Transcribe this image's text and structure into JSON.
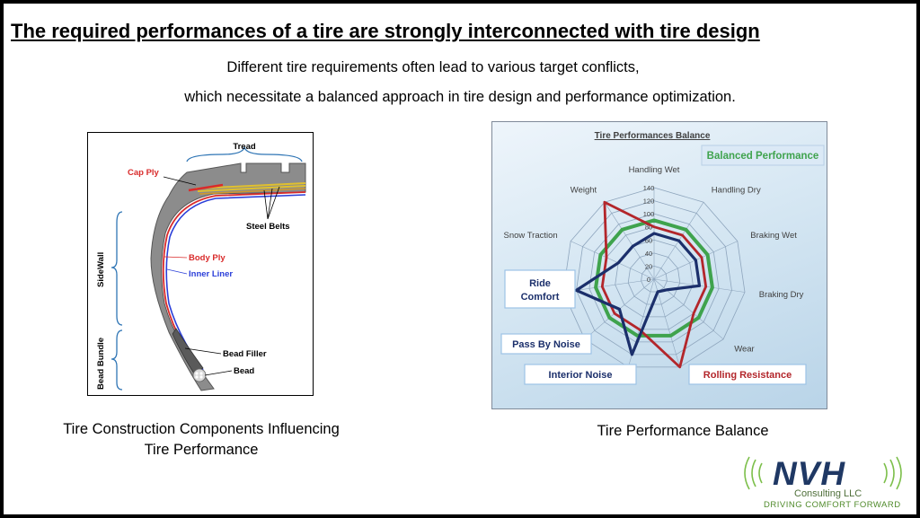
{
  "title": "The required performances of a tire are strongly interconnected with tire design",
  "subtitle_line1": "Different tire requirements often lead to various target conflicts,",
  "subtitle_line2": "which necessitate a balanced approach in tire design and performance optimization.",
  "diagram": {
    "labels": {
      "tread": "Tread",
      "cap_ply": "Cap Ply",
      "steel_belts": "Steel Belts",
      "body_ply": "Body Ply",
      "inner_liner": "Inner Liner",
      "bead_filler": "Bead Filler",
      "bead": "Bead",
      "sidewall": "SideWall",
      "bead_bundle": "Bead Bundle"
    },
    "caption_line1": "Tire Construction Components Influencing",
    "caption_line2": "Tire Performance"
  },
  "radar": {
    "caption": "Tire Performance Balance",
    "legend_balanced": "Balanced Performance",
    "callouts": {
      "ride_comfort_1": "Ride",
      "ride_comfort_2": "Comfort",
      "pass_by_noise": "Pass By Noise",
      "interior_noise": "Interior Noise",
      "rolling_resistance": "Rolling Resistance"
    },
    "colors": {
      "balanced": "#3fa34d",
      "red": "#b3262b",
      "navy": "#1b2f6b"
    }
  },
  "chart_data": {
    "type": "radar",
    "title": "Tire Performances Balance",
    "categories": [
      "Handling Wet",
      "Handling Dry",
      "Braking Wet",
      "Braking Dry",
      "Wear",
      "Rolling Resistance",
      "Interior Noise",
      "Pass By Noise",
      "Ride Comfort",
      "Snow Traction",
      "Weight"
    ],
    "ticks": [
      0,
      20,
      40,
      60,
      80,
      100,
      120,
      140
    ],
    "rlim": [
      0,
      140
    ],
    "series": [
      {
        "name": "Balanced Performance",
        "color": "#3fa34d",
        "values": [
          90,
          90,
          90,
          90,
          90,
          90,
          90,
          90,
          90,
          90,
          90
        ]
      },
      {
        "color": "#b3262b",
        "values": [
          80,
          80,
          80,
          80,
          80,
          140,
          80,
          80,
          80,
          80,
          140
        ]
      },
      {
        "color": "#1b2f6b",
        "values": [
          70,
          70,
          70,
          70,
          25,
          20,
          120,
          70,
          120,
          60,
          60
        ]
      }
    ]
  },
  "logo": {
    "name": "NVH",
    "line1": "Consulting LLC",
    "line2": "DRIVING COMFORT FORWARD"
  }
}
